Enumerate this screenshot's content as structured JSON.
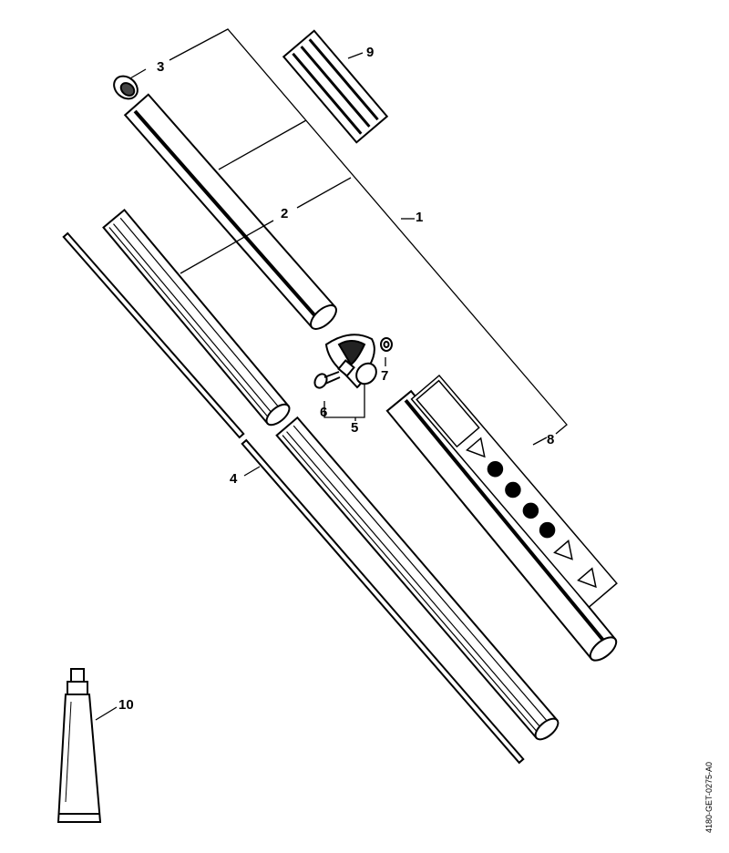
{
  "diagram": {
    "labels": {
      "p1": "1",
      "p2": "2",
      "p3": "3",
      "p4": "4",
      "p5": "5",
      "p6": "6",
      "p7": "7",
      "p8": "8",
      "p9": "9",
      "p10": "10"
    },
    "drawing_code": "4180-GET-0275-A0",
    "line_color": "#000000"
  }
}
